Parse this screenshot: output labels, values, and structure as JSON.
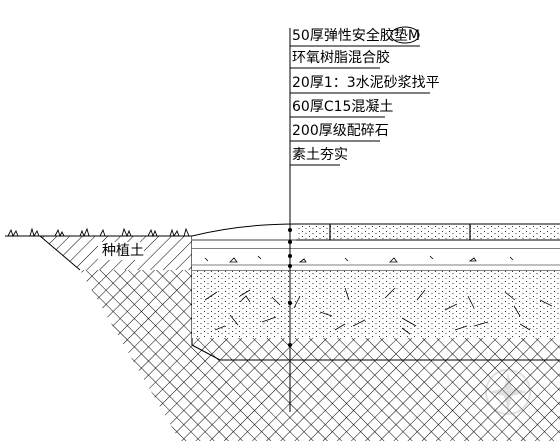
{
  "layers": [
    "50厚弹性安全胶垫M",
    "环氧树脂混合胶",
    "20厚1：3水泥砂浆找平",
    "60厚C15混凝土",
    "200厚级配碎石",
    "素土夯实"
  ],
  "planting_soil_label": "种植土",
  "watermark": "shulong"
}
